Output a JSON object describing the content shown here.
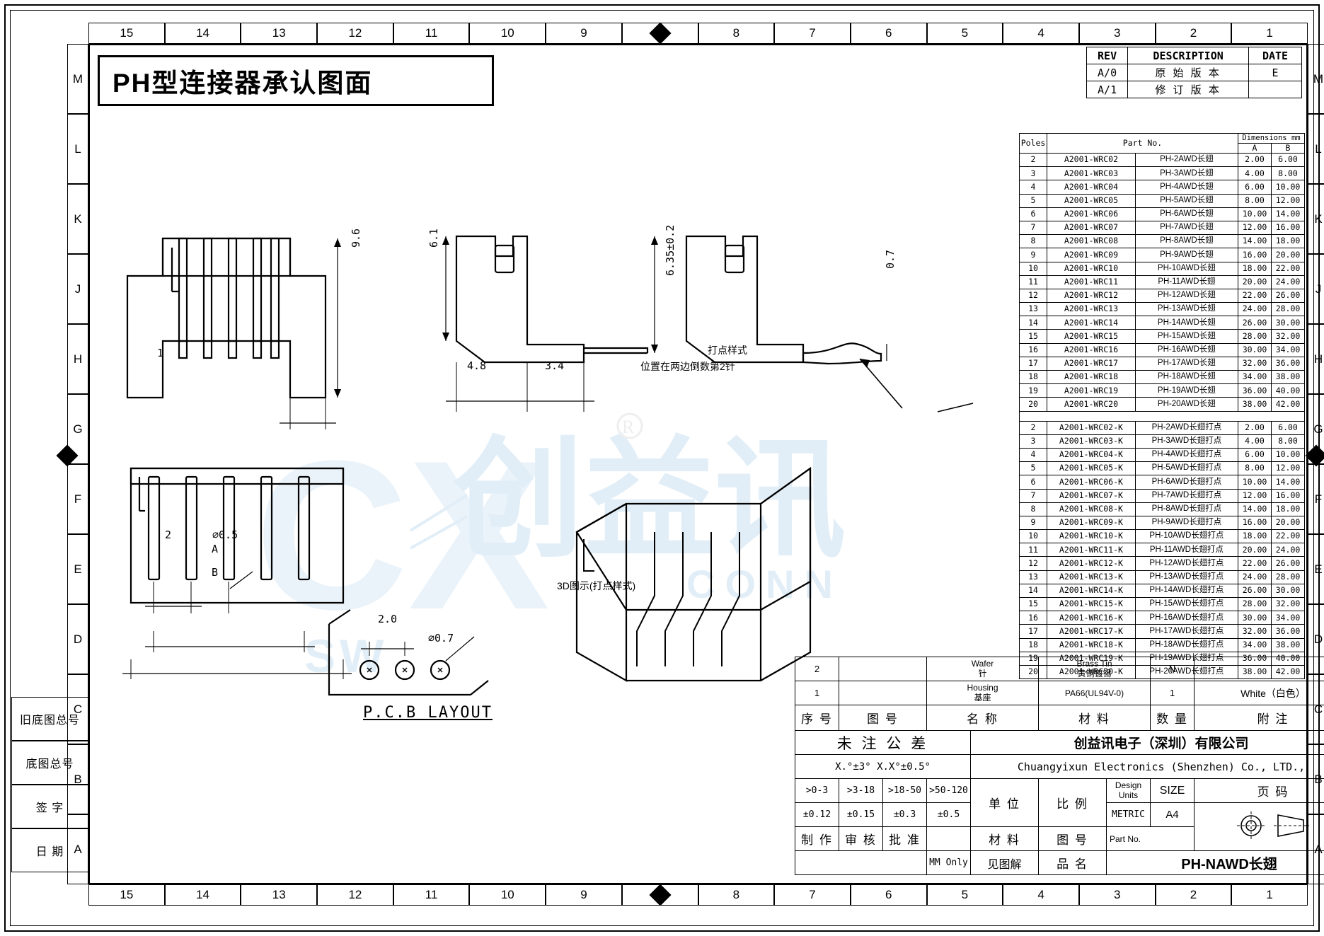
{
  "title": "PH型连接器承认图面",
  "zones": {
    "columns": [
      "15",
      "14",
      "13",
      "12",
      "11",
      "10",
      "9",
      "",
      "8",
      "7",
      "6",
      "5",
      "4",
      "3",
      "2",
      "1"
    ],
    "rows": [
      "M",
      "L",
      "K",
      "J",
      "H",
      "G",
      "F",
      "E",
      "D",
      "C",
      "B",
      "A"
    ]
  },
  "revision_table": {
    "headers": [
      "REV",
      "DESCRIPTION",
      "DATE"
    ],
    "rows": [
      {
        "rev": "A/0",
        "desc": "原 始 版 本",
        "date": "E"
      },
      {
        "rev": "A/1",
        "desc": "修 订 版 本",
        "date": ""
      }
    ]
  },
  "parts_table": {
    "header": {
      "poles": "Poles",
      "partno": "Part No.",
      "dims": "Dimensions mm",
      "a": "A",
      "b": "B"
    },
    "group1": [
      [
        "2",
        "A2001-WRC02",
        "PH-2AWD长翅",
        "2.00",
        "6.00"
      ],
      [
        "3",
        "A2001-WRC03",
        "PH-3AWD长翅",
        "4.00",
        "8.00"
      ],
      [
        "4",
        "A2001-WRC04",
        "PH-4AWD长翅",
        "6.00",
        "10.00"
      ],
      [
        "5",
        "A2001-WRC05",
        "PH-5AWD长翅",
        "8.00",
        "12.00"
      ],
      [
        "6",
        "A2001-WRC06",
        "PH-6AWD长翅",
        "10.00",
        "14.00"
      ],
      [
        "7",
        "A2001-WRC07",
        "PH-7AWD长翅",
        "12.00",
        "16.00"
      ],
      [
        "8",
        "A2001-WRC08",
        "PH-8AWD长翅",
        "14.00",
        "18.00"
      ],
      [
        "9",
        "A2001-WRC09",
        "PH-9AWD长翅",
        "16.00",
        "20.00"
      ],
      [
        "10",
        "A2001-WRC10",
        "PH-10AWD长翅",
        "18.00",
        "22.00"
      ],
      [
        "11",
        "A2001-WRC11",
        "PH-11AWD长翅",
        "20.00",
        "24.00"
      ],
      [
        "12",
        "A2001-WRC12",
        "PH-12AWD长翅",
        "22.00",
        "26.00"
      ],
      [
        "13",
        "A2001-WRC13",
        "PH-13AWD长翅",
        "24.00",
        "28.00"
      ],
      [
        "14",
        "A2001-WRC14",
        "PH-14AWD长翅",
        "26.00",
        "30.00"
      ],
      [
        "15",
        "A2001-WRC15",
        "PH-15AWD长翅",
        "28.00",
        "32.00"
      ],
      [
        "16",
        "A2001-WRC16",
        "PH-16AWD长翅",
        "30.00",
        "34.00"
      ],
      [
        "17",
        "A2001-WRC17",
        "PH-17AWD长翅",
        "32.00",
        "36.00"
      ],
      [
        "18",
        "A2001-WRC18",
        "PH-18AWD长翅",
        "34.00",
        "38.00"
      ],
      [
        "19",
        "A2001-WRC19",
        "PH-19AWD长翅",
        "36.00",
        "40.00"
      ],
      [
        "20",
        "A2001-WRC20",
        "PH-20AWD长翅",
        "38.00",
        "42.00"
      ]
    ],
    "group2": [
      [
        "2",
        "A2001-WRC02-K",
        "PH-2AWD长翅打点",
        "2.00",
        "6.00"
      ],
      [
        "3",
        "A2001-WRC03-K",
        "PH-3AWD长翅打点",
        "4.00",
        "8.00"
      ],
      [
        "4",
        "A2001-WRC04-K",
        "PH-4AWD长翅打点",
        "6.00",
        "10.00"
      ],
      [
        "5",
        "A2001-WRC05-K",
        "PH-5AWD长翅打点",
        "8.00",
        "12.00"
      ],
      [
        "6",
        "A2001-WRC06-K",
        "PH-6AWD长翅打点",
        "10.00",
        "14.00"
      ],
      [
        "7",
        "A2001-WRC07-K",
        "PH-7AWD长翅打点",
        "12.00",
        "16.00"
      ],
      [
        "8",
        "A2001-WRC08-K",
        "PH-8AWD长翅打点",
        "14.00",
        "18.00"
      ],
      [
        "9",
        "A2001-WRC09-K",
        "PH-9AWD长翅打点",
        "16.00",
        "20.00"
      ],
      [
        "10",
        "A2001-WRC10-K",
        "PH-10AWD长翅打点",
        "18.00",
        "22.00"
      ],
      [
        "11",
        "A2001-WRC11-K",
        "PH-11AWD长翅打点",
        "20.00",
        "24.00"
      ],
      [
        "12",
        "A2001-WRC12-K",
        "PH-12AWD长翅打点",
        "22.00",
        "26.00"
      ],
      [
        "13",
        "A2001-WRC13-K",
        "PH-13AWD长翅打点",
        "24.00",
        "28.00"
      ],
      [
        "14",
        "A2001-WRC14-K",
        "PH-14AWD长翅打点",
        "26.00",
        "30.00"
      ],
      [
        "15",
        "A2001-WRC15-K",
        "PH-15AWD长翅打点",
        "28.00",
        "32.00"
      ],
      [
        "16",
        "A2001-WRC16-K",
        "PH-16AWD长翅打点",
        "30.00",
        "34.00"
      ],
      [
        "17",
        "A2001-WRC17-K",
        "PH-17AWD长翅打点",
        "32.00",
        "36.00"
      ],
      [
        "18",
        "A2001-WRC18-K",
        "PH-18AWD长翅打点",
        "34.00",
        "38.00"
      ],
      [
        "19",
        "A2001-WRC19-K",
        "PH-19AWD长翅打点",
        "36.00",
        "40.00"
      ],
      [
        "20",
        "A2001-WRC20-K",
        "PH-20AWD长翅打点",
        "38.00",
        "42.00"
      ]
    ]
  },
  "bom": {
    "rows": [
      {
        "no": "2",
        "name_en": "Wafer",
        "name_cn": "针",
        "material": "Brass Tin\n黄铜镀锡",
        "qty": "N",
        "remark": ""
      },
      {
        "no": "1",
        "name_en": "Housing",
        "name_cn": "基座",
        "material": "PA66(UL94V-0)",
        "qty": "1",
        "remark": "White（白色）"
      }
    ],
    "headers": [
      "序 号",
      "图 号",
      "名 称",
      "材 料",
      "数 量",
      "附 注"
    ]
  },
  "tolerance": {
    "title": "未 注 公 差",
    "angle": "X.°±3° X.X°±0.5°",
    "ranges": [
      ">0-3",
      ">3-18",
      ">18-50",
      ">50-120"
    ],
    "values": [
      "±0.12",
      "±0.15",
      "±0.3",
      "±0.5"
    ],
    "company_cn": "创益讯电子（深圳）有限公司",
    "company_en": "Chuangyixun Electronics (Shenzhen) Co., LTD.,",
    "unit_label": "单 位",
    "unit_value": "MM Only",
    "scale_label": "比 例",
    "scale_value": "——",
    "design_units_label": "Design\nUnits",
    "design_units_value": "METRIC",
    "size_label": "SIZE",
    "size_value": "A4",
    "page_label": "页 码",
    "make_label": "制 作",
    "check_label": "审 核",
    "approve_label": "批 准",
    "material_label": "材 料",
    "drawing_no_label": "图 号",
    "material_value": "见图解",
    "product_label": "品 名",
    "product_value": "PH-NAWD长翅",
    "partno_label": "Part No."
  },
  "left_stubs": [
    {
      "label": "旧底图总号"
    },
    {
      "label": "底图总号"
    },
    {
      "label": "签 字"
    },
    {
      "label": "日 期"
    }
  ],
  "views": {
    "front": {
      "dim_h": "9.6",
      "dim_w": "1"
    },
    "side": {
      "dim_61": "6.1",
      "dim_635": "6.35±0.2",
      "dim_07": "0.7",
      "dim_48": "4.8",
      "dim_34": "3.4"
    },
    "note_dot": "打点样式",
    "note_dot_pos": "位置在两边倒数第2针",
    "top": {
      "pitch": "2",
      "pin_dia": "⌀0.5",
      "dim_a": "A",
      "dim_b": "B"
    },
    "iso_caption": "3D图示(打点样式)",
    "pcb": {
      "title": "P.C.B LAYOUT",
      "pitch": "2.0",
      "hole": "⌀0.7"
    }
  },
  "watermark": {
    "letters": "CX",
    "cn": "创益讯",
    "conn": "CONN",
    "sw": "SW",
    "reg": "®"
  }
}
